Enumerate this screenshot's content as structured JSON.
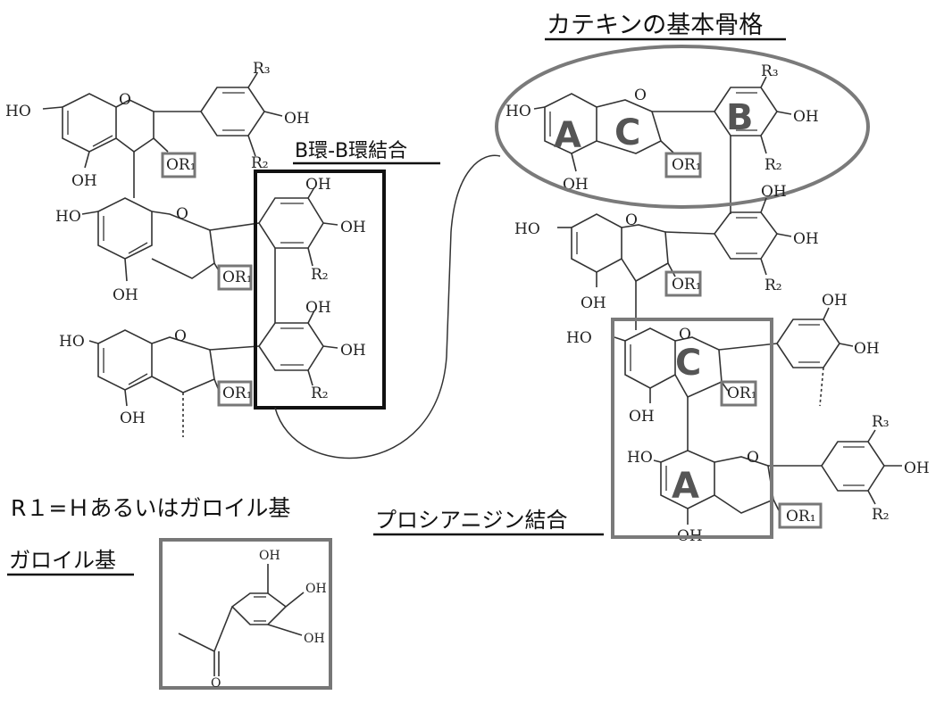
{
  "labels": {
    "catechin_skeleton": "カテキンの基本骨格",
    "b_ring_bond": "B環-B環結合",
    "r1_definition": "R１=Ｈあるいはガロイル基",
    "galloyl_group": "ガロイル基",
    "procyanidin_bond": "プロシアニジン結合"
  },
  "ring_letters": {
    "A": "A",
    "B": "B",
    "C": "C"
  },
  "atoms": {
    "HO": "HO",
    "OH": "OH",
    "O": "O",
    "OR1": "OR₁",
    "R2": "R₂",
    "R3": "R₃"
  },
  "colors": {
    "box_gray": "#7a7a7a",
    "box_black": "#111111",
    "ring_letter": "#555555"
  }
}
